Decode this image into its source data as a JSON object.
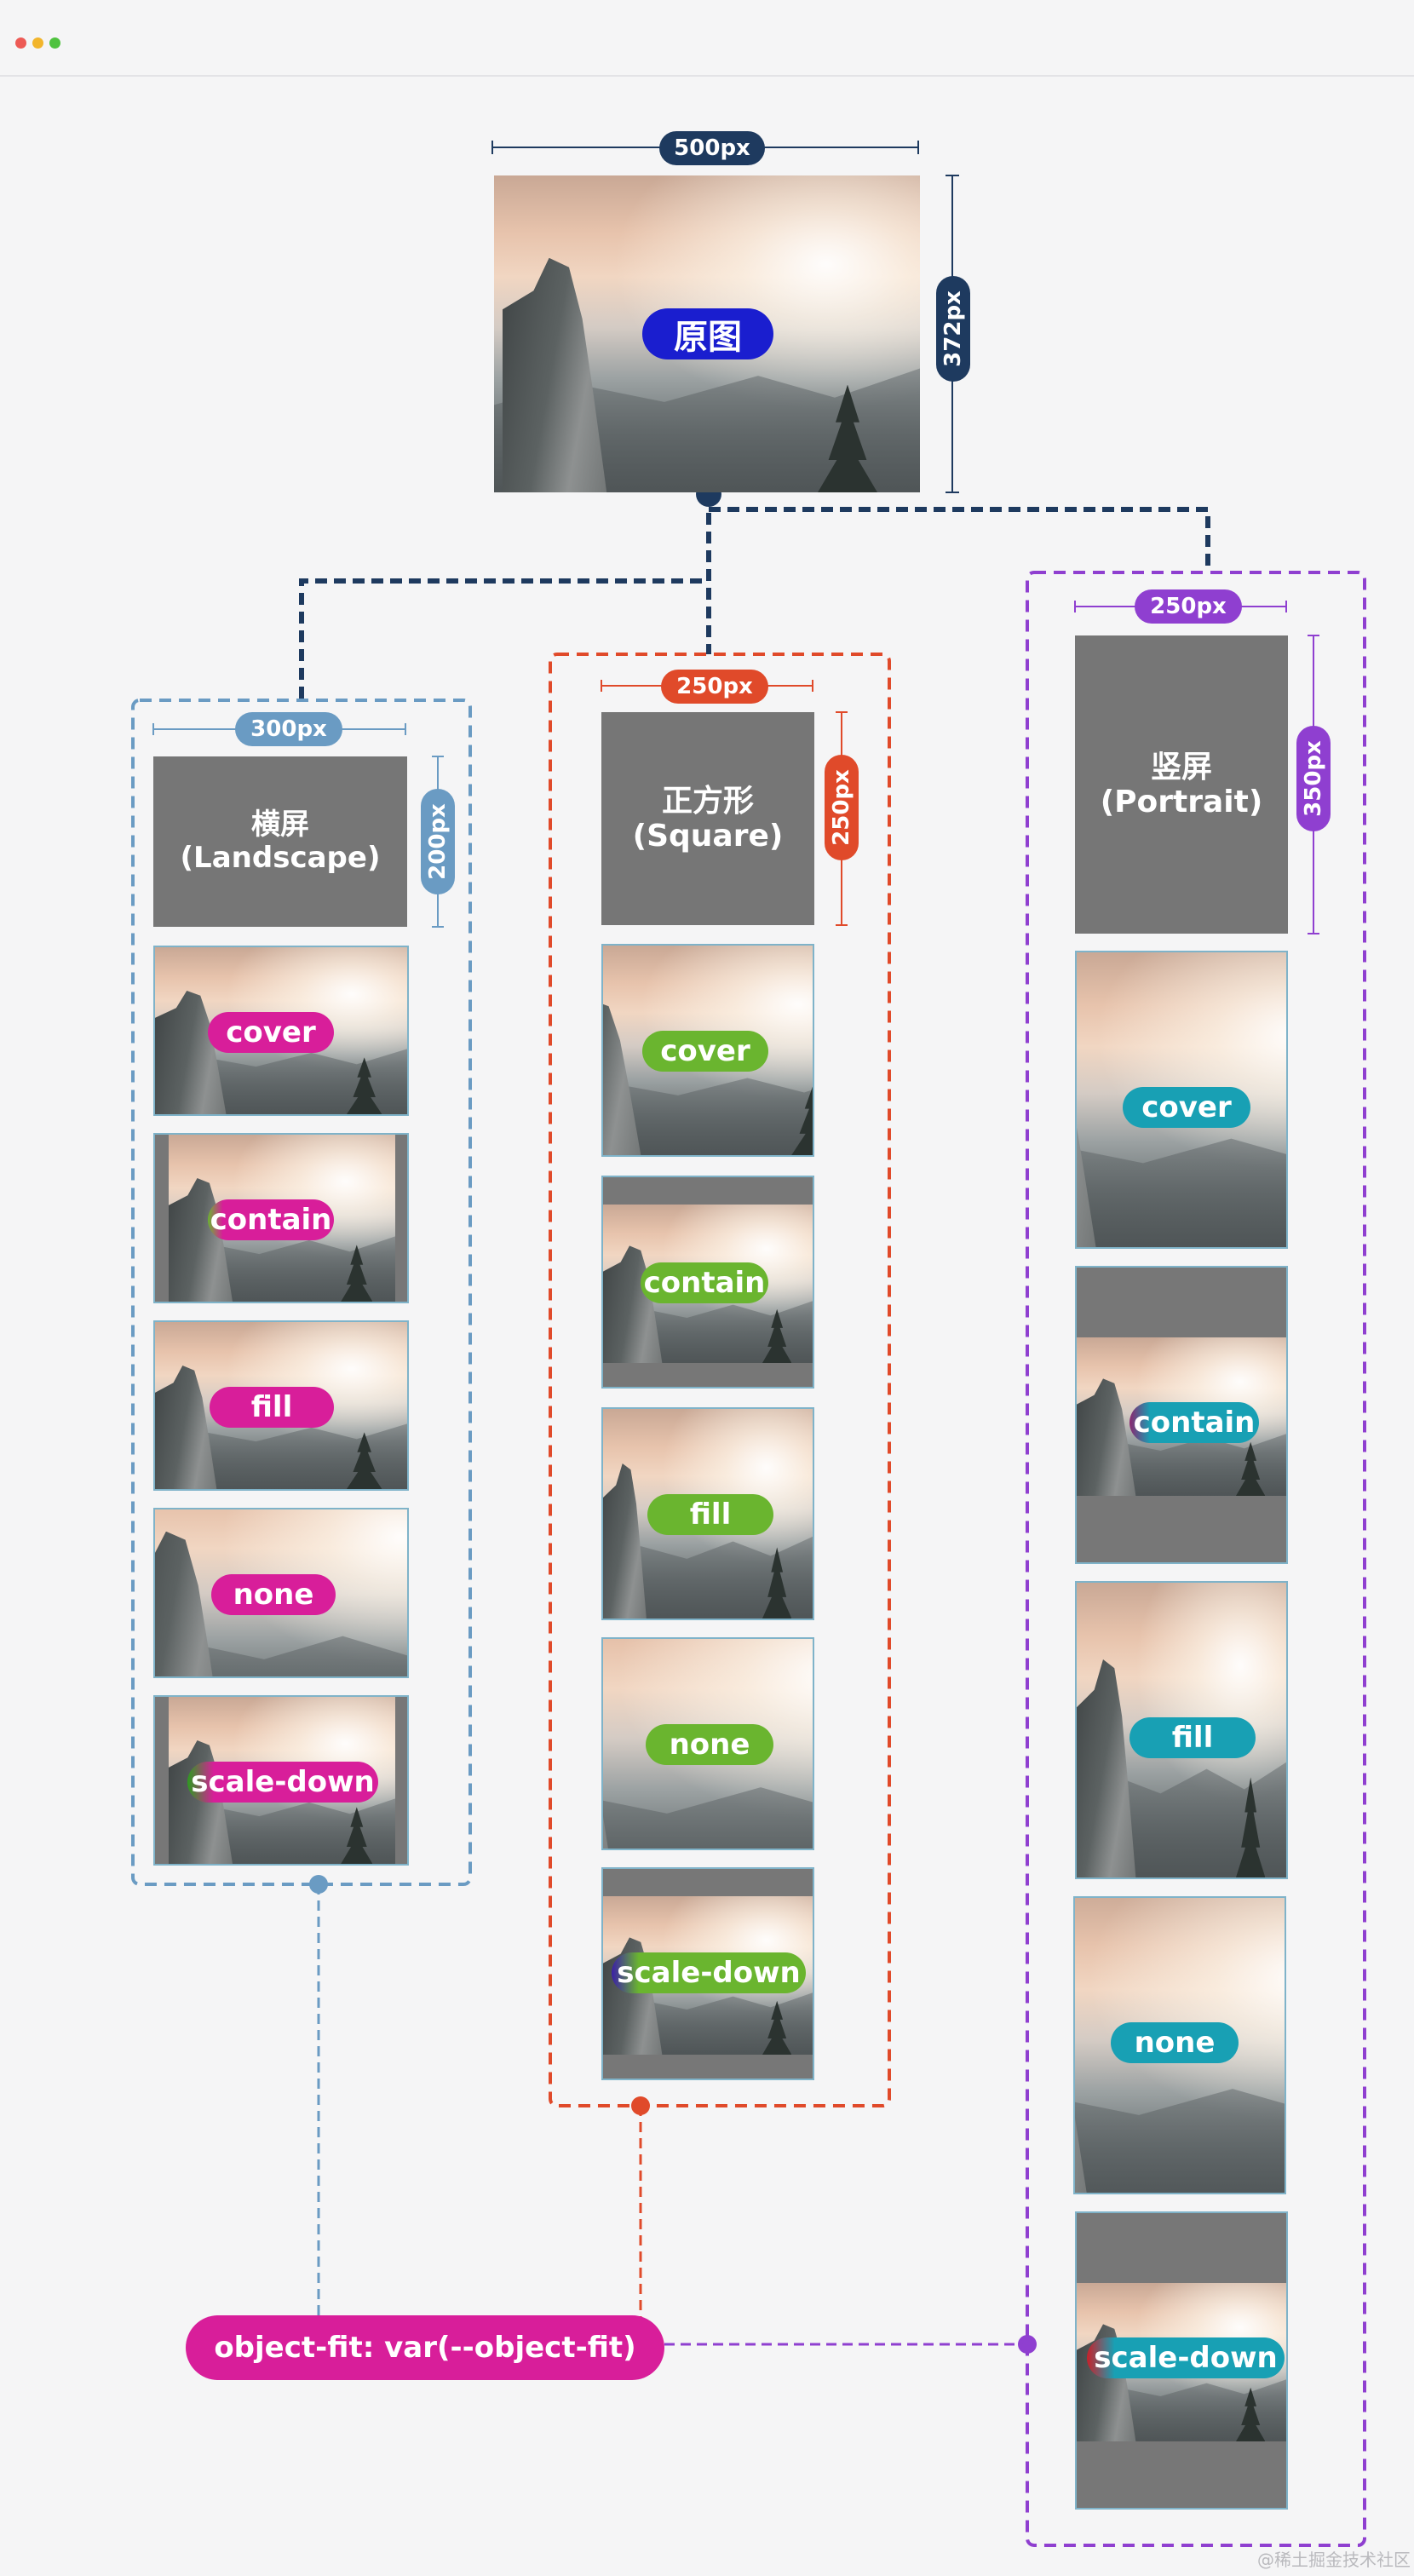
{
  "original": {
    "width_label": "500px",
    "height_label": "372px",
    "tag": "原图"
  },
  "landscape": {
    "width_label": "300px",
    "height_label": "200px",
    "title": "横屏",
    "subtitle": "(Landscape)"
  },
  "square": {
    "width_label": "250px",
    "height_label": "250px",
    "title": "正方形",
    "subtitle": "(Square)"
  },
  "portrait": {
    "width_label": "250px",
    "height_label": "350px",
    "title": "竖屏",
    "subtitle": "(Portrait)"
  },
  "fit_values": [
    "cover",
    "contain",
    "fill",
    "none",
    "scale-down"
  ],
  "css_rule": "object-fit: var(--object-fit)",
  "watermark": "@稀土掘金技术社区",
  "colors": {
    "navy": "#1e3a5f",
    "landscape": "#6a9bc3",
    "square": "#e04a2a",
    "portrait": "#8f3fd0",
    "magenta": "#d81e9a",
    "green": "#6ab52f",
    "teal": "#18a0b4",
    "blue": "#1a1ecf"
  },
  "icons": [
    "window-close-dot",
    "window-minimize-dot",
    "window-maximize-dot"
  ]
}
